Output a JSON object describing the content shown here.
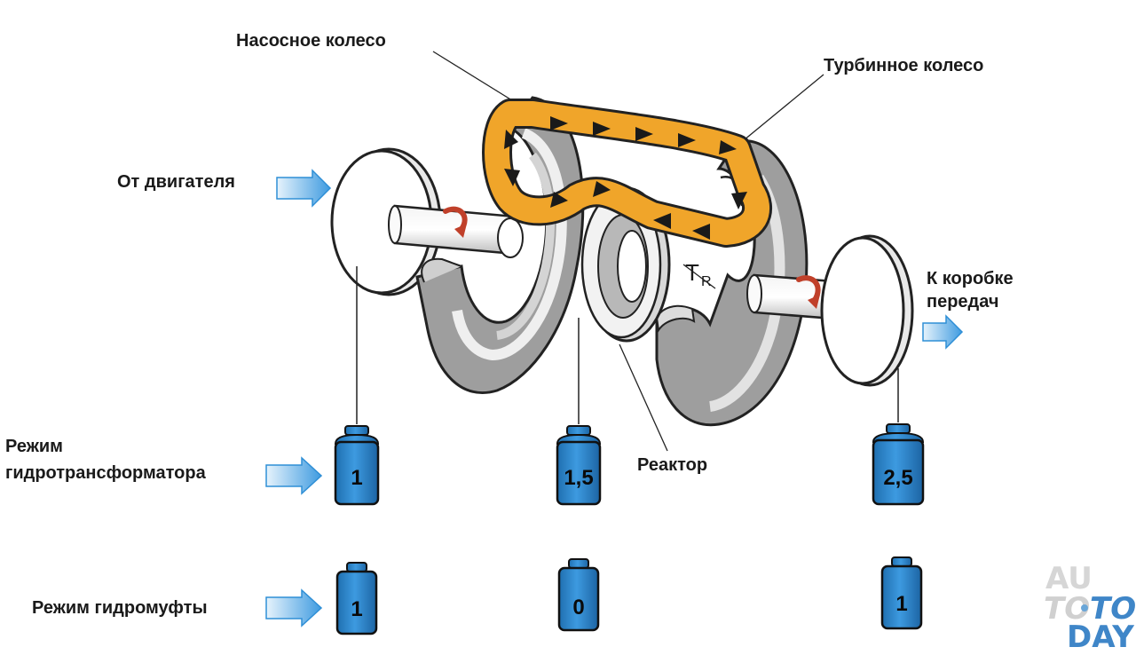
{
  "labels": {
    "pump_wheel": "Насосное колесо",
    "turbine_wheel": "Турбинное колесо",
    "from_engine": "От двигателя",
    "to_gearbox_line1": "К коробке",
    "to_gearbox_line2": "передач",
    "reactor": "Реактор",
    "torque_symbol": "T",
    "torque_subscript": "R",
    "converter_mode_line1": "Режим",
    "converter_mode_line2": "гидротрансформатора",
    "coupling_mode": "Режим гидромуфты"
  },
  "weights": {
    "converter_mode": [
      "1",
      "1,5",
      "2,5"
    ],
    "coupling_mode": [
      "1",
      "0",
      "1"
    ]
  },
  "watermark": {
    "line1": "AU",
    "line2a": "TO",
    "line2b": "TO",
    "line3": "DAY"
  },
  "colors": {
    "weight_blue": "#2f8fd6",
    "arrow_blue": "#5aaee6",
    "flow_orange": "#f0a52a",
    "rotation_red": "#c0402a",
    "metal_gray": "#9a9a9a"
  }
}
